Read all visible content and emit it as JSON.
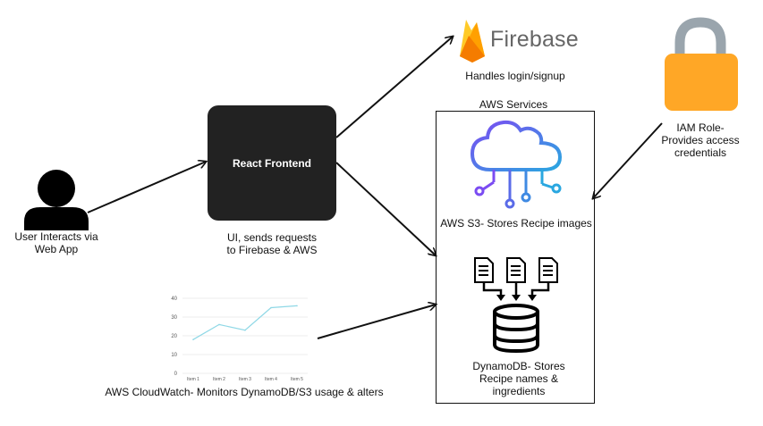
{
  "user": {
    "label_line1": "User Interacts via",
    "label_line2": "Web App"
  },
  "react": {
    "title": "React Frontend",
    "caption_line1": "UI, sends requests",
    "caption_line2": "to Firebase & AWS"
  },
  "firebase": {
    "brand": "Firebase",
    "caption": "Handles login/signup"
  },
  "aws": {
    "title": "AWS Services",
    "s3_label": "AWS S3- Stores Recipe images",
    "dynamo_line1": "DynamoDB- Stores",
    "dynamo_line2": "Recipe names &",
    "dynamo_line3": "ingredients"
  },
  "iam": {
    "line1": "IAM Role-",
    "line2": "Provides access",
    "line3": "credentials"
  },
  "cloudwatch": {
    "caption": "AWS CloudWatch- Monitors DynamoDB/S3 usage & alters",
    "chart_data": {
      "type": "line",
      "categories": [
        "Item 1",
        "Item 2",
        "Item 3",
        "Item 4",
        "Item 5"
      ],
      "y_ticks": [
        0,
        10,
        20,
        30,
        40
      ],
      "series": [
        {
          "values": [
            18,
            26,
            23,
            35,
            36
          ]
        }
      ],
      "ylim": [
        0,
        40
      ],
      "grid": true,
      "line_color": "#8fd8e6"
    }
  },
  "colors": {
    "react_box": "#222222",
    "firebase_orange": "#f5a623",
    "lock_body": "#ffa726",
    "lock_shackle": "#9aa5ad",
    "cloud_purple": "#7b4cf2",
    "cloud_blue": "#2aa7e0"
  }
}
